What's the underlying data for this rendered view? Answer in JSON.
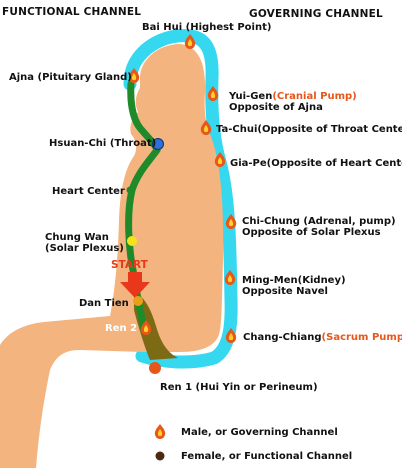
{
  "headers": {
    "functional": "FUNCTIONAL CHANNEL",
    "governing": "GOVERNING CHANNEL"
  },
  "points": {
    "bai_hui": "Bai Hui (Highest Point)",
    "ajna": "Ajna (Pituitary Gland)",
    "yui_gen": "Yui-Gen",
    "cranial_pump": "(Cranial Pump)",
    "opposite_ajna": "Opposite of Ajna",
    "hsuan_chi": "Hsuan-Chi (Throat)",
    "ta_chui": "Ta-Chui(Opposite of Throat Center)",
    "gia_pe": "Gia-Pe(Opposite of Heart Center)",
    "heart_center": "Heart Center",
    "chung_wan_1": "Chung Wan",
    "chung_wan_2": "(Solar Plexus)",
    "chi_chung_1": "Chi-Chung (Adrenal, pump)",
    "chi_chung_2": "Opposite of Solar Plexus",
    "start": "START",
    "ming_men_1": "Ming-Men(Kidney)",
    "ming_men_2": "Opposite Navel",
    "dan_tien": "Dan Tien",
    "ren2": "Ren 2",
    "chang_chiang": "Chang-Chiang",
    "sacrum_pump": "(Sacrum Pump)",
    "ren1": "Ren 1 (Hui Yin or Perineum)"
  },
  "legend": {
    "male": "Male, or Governing Channel",
    "female": "Female, or Functional Channel"
  },
  "colors": {
    "body": "#f4b47f",
    "governing_channel": "#35d8ee",
    "functional_channel": "#1f8a2a",
    "flame": "#e8571a",
    "accent_text": "#e8571a"
  }
}
